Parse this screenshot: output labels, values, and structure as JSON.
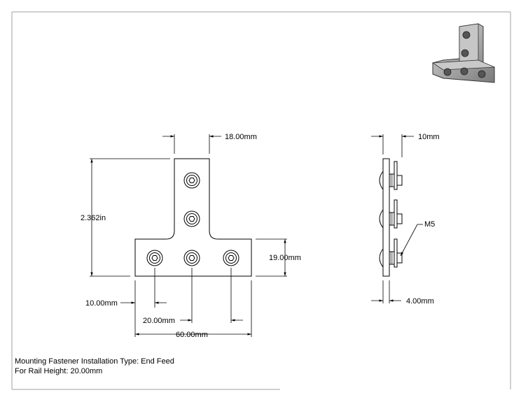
{
  "dimensions": {
    "top_width": "18.00mm",
    "height": "2.362in",
    "arm_height": "19.00mm",
    "edge_offset": "10.00mm",
    "hole_pitch": "20.00mm",
    "total_width": "60.00mm",
    "side_thickness": "10mm",
    "plate_thickness": "4.00mm",
    "fastener": "M5"
  },
  "notes": {
    "installation_type": "Mounting Fastener Installation Type: End Feed",
    "rail_height": "For Rail Height: 20.00mm"
  },
  "colors": {
    "line": "#000000",
    "border": "#a0a0a0",
    "metal": "#b8b8b8"
  }
}
